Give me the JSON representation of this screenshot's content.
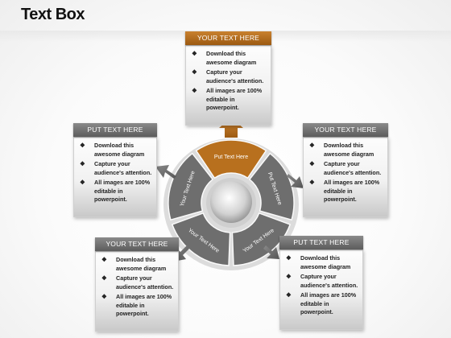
{
  "title": "Text Box",
  "boxes": [
    {
      "header": "YOUR TEXT HERE",
      "bullets": [
        "Download this awesome diagram",
        "Capture your audience's attention.",
        "All images are 100% editable in powerpoint."
      ]
    },
    {
      "header": "PUT TEXT HERE",
      "bullets": [
        "Download this awesome diagram",
        "Capture your audience's attention.",
        "All images are 100% editable in powerpoint."
      ]
    },
    {
      "header": "YOUR TEXT HERE",
      "bullets": [
        "Download this awesome diagram",
        "Capture your audience's attention.",
        "All images are 100% editable in powerpoint."
      ]
    },
    {
      "header": "YOUR TEXT HERE",
      "bullets": [
        "Download this awesome diagram",
        "Capture your audience's attention.",
        "All images are 100% editable in powerpoint."
      ]
    },
    {
      "header": "PUT TEXT HERE",
      "bullets": [
        "Download this awesome diagram",
        "Capture your audience's attention.",
        "All images are 100% editable in powerpoint."
      ]
    }
  ],
  "bullet_glyph": "❖",
  "wheel": {
    "segments": [
      "Put Text Here",
      "Your Text Here",
      "Put Text Here",
      "Your Text Here",
      "Your Text Here"
    ],
    "colors": {
      "highlight": "#b8701e",
      "segment": "#6e6e6e",
      "hub": "#d9d9d9"
    }
  }
}
